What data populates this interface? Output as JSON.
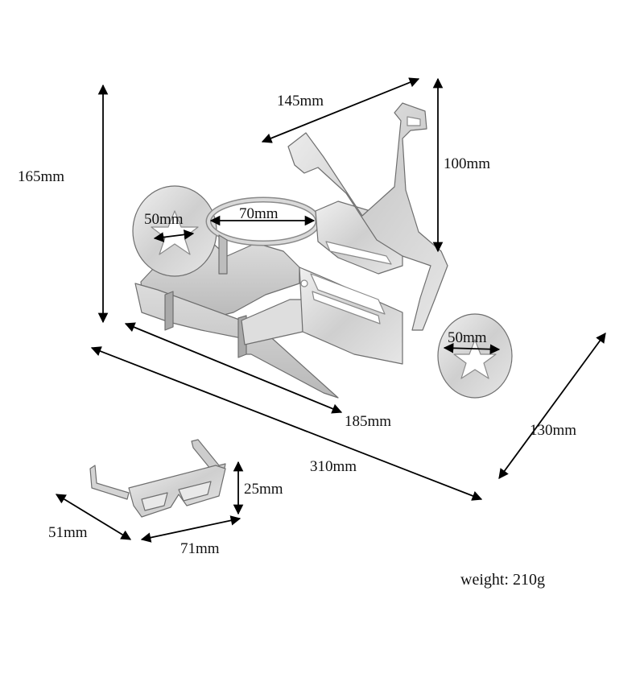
{
  "dimensions": {
    "top_width": "145mm",
    "total_height": "165mm",
    "frame_height": "100mm",
    "ring_diameter": "70mm",
    "rear_wheel": "50mm",
    "front_wheel": "50mm",
    "base_length": "185mm",
    "total_length": "310mm",
    "total_depth": "130mm",
    "glasses_height": "25mm",
    "glasses_depth": "51mm",
    "glasses_width": "71mm"
  },
  "weight_label": "weight: 210g",
  "colors": {
    "steel_light": "#e4e4e4",
    "steel_mid": "#c9c9c9",
    "steel_dark": "#9a9a9a",
    "outline": "#6e6e6e",
    "arrow": "#000000"
  }
}
